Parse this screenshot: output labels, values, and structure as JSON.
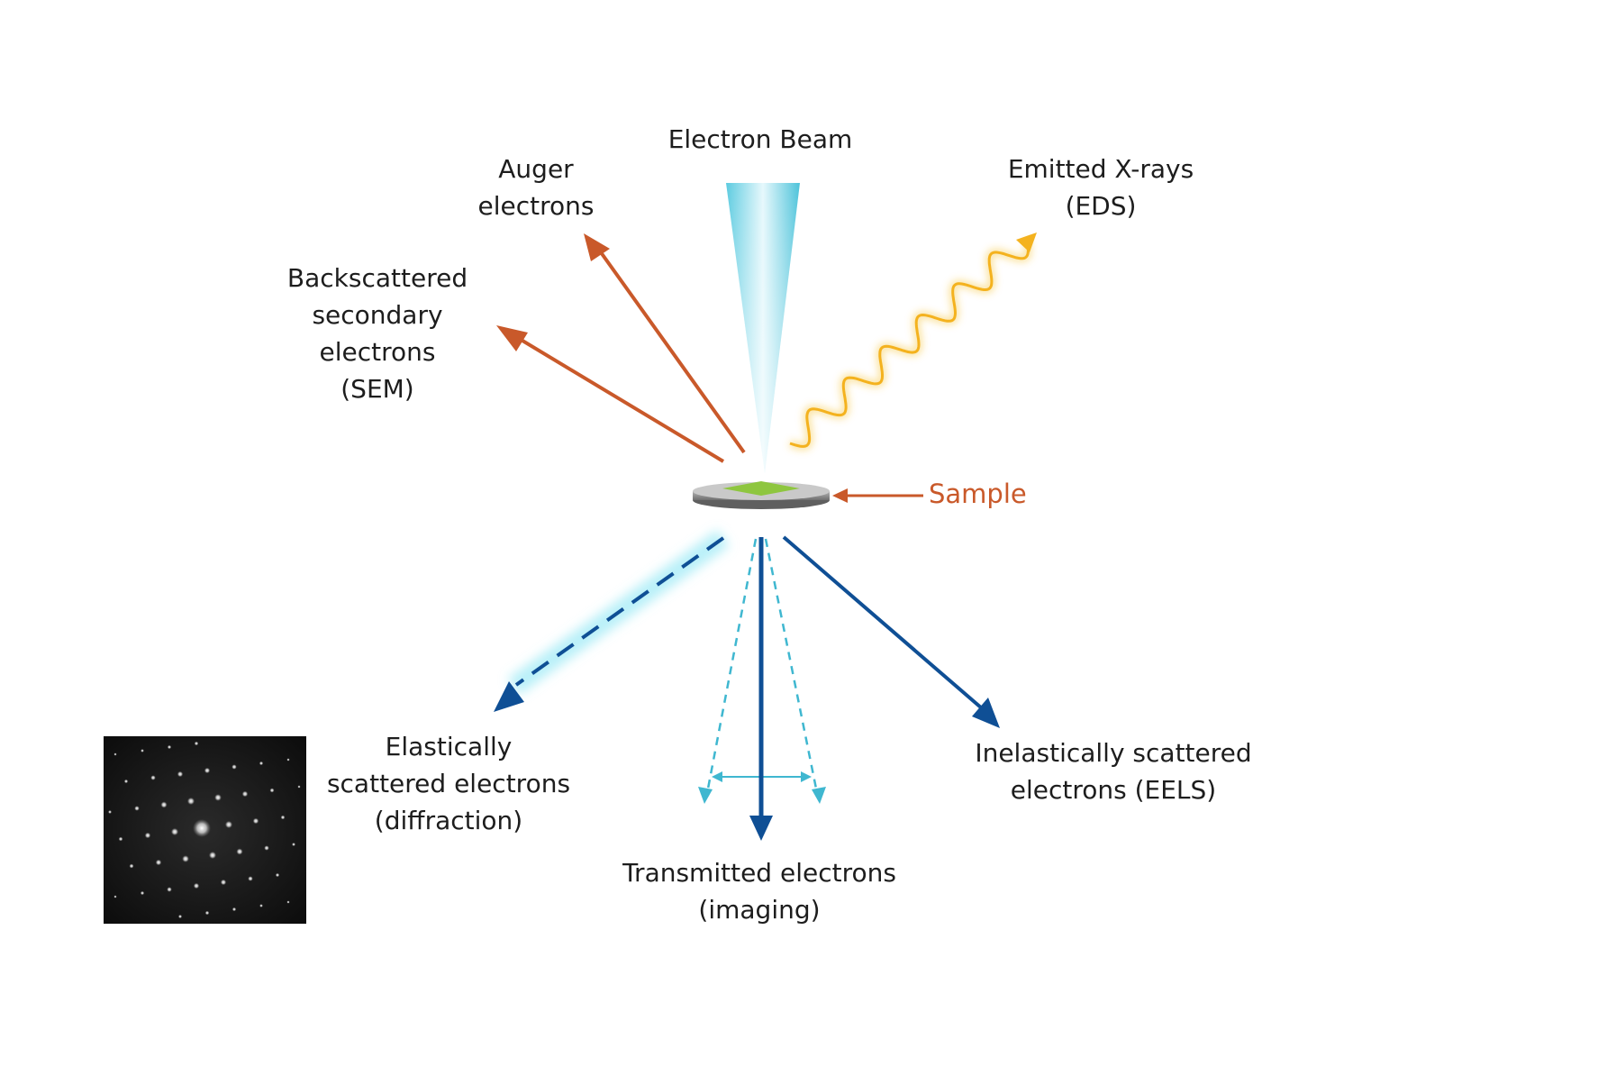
{
  "labels": {
    "electron_beam": "Electron Beam",
    "auger": [
      "Auger",
      "electrons"
    ],
    "backscattered": [
      "Backscattered",
      "secondary",
      "electrons",
      "(SEM)"
    ],
    "xrays": [
      "Emitted X-rays",
      "(EDS)"
    ],
    "sample": "Sample",
    "elastic": [
      "Elastically",
      "scattered electrons",
      "(diffraction)"
    ],
    "transmitted": [
      "Transmitted electrons",
      "(imaging)"
    ],
    "inelastic": [
      "Inelastically scattered",
      "electrons (EELS)"
    ]
  },
  "colors": {
    "orange": "#c9592a",
    "blue": "#0f4f95",
    "light_blue": "#3fb7d0",
    "xray": "#f4b21e",
    "beam": "#5ccbe0",
    "sample_disc": "#9a9a9a",
    "sample_film": "#8ec63f"
  },
  "icons": {
    "diffraction_pattern": "diffraction-pattern-image"
  }
}
